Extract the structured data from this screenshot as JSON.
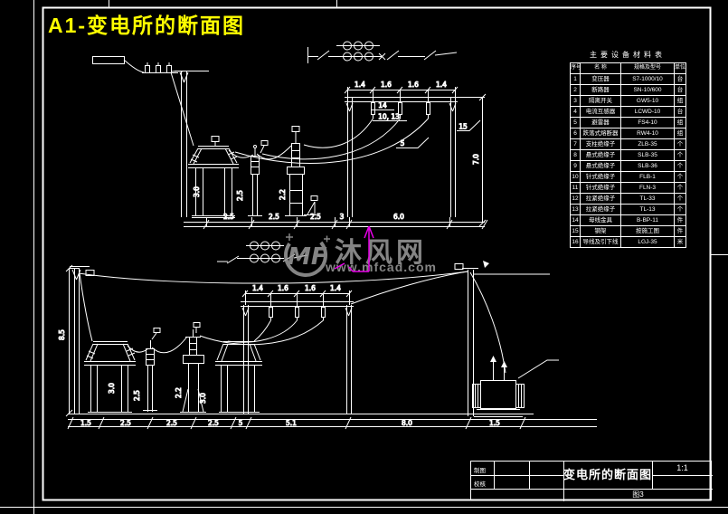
{
  "page_title": "A1-变电所的断面图",
  "colors": {
    "background": "#000000",
    "line": "#ffffff",
    "title": "#ffff00",
    "watermark": "#9c9c9c",
    "ucs_arrow": "#e800e8"
  },
  "equipment_table": {
    "title": "主要设备材料表",
    "headers": {
      "no": "序号",
      "name": "名 称",
      "spec": "规格及型号",
      "unit": "单位"
    },
    "rows": [
      {
        "no": "1",
        "name": "变压器",
        "spec": "S7-1000/10",
        "unit": "台"
      },
      {
        "no": "2",
        "name": "断路器",
        "spec": "SN-10/600",
        "unit": "台"
      },
      {
        "no": "3",
        "name": "隔离开关",
        "spec": "GW5-10",
        "unit": "组"
      },
      {
        "no": "4",
        "name": "电流互感器",
        "spec": "LCWD-10",
        "unit": "台"
      },
      {
        "no": "5",
        "name": "避雷器",
        "spec": "FS4-10",
        "unit": "组"
      },
      {
        "no": "6",
        "name": "跌落式熔断器",
        "spec": "RW4-10",
        "unit": "组"
      },
      {
        "no": "7",
        "name": "支柱绝缘子",
        "spec": "ZLB-35",
        "unit": "个"
      },
      {
        "no": "8",
        "name": "悬式绝缘子",
        "spec": "SLB-35",
        "unit": "个"
      },
      {
        "no": "9",
        "name": "悬式绝缘子",
        "spec": "SLB-36",
        "unit": "个"
      },
      {
        "no": "10",
        "name": "针式绝缘子",
        "spec": "FLB-1",
        "unit": "个"
      },
      {
        "no": "11",
        "name": "针式绝缘子",
        "spec": "FLN-3",
        "unit": "个"
      },
      {
        "no": "12",
        "name": "拉紧绝缘子",
        "spec": "TL-33",
        "unit": "个"
      },
      {
        "no": "13",
        "name": "拉紧绝缘子",
        "spec": "TL-13",
        "unit": "个"
      },
      {
        "no": "14",
        "name": "母线金具",
        "spec": "B-BP-11",
        "unit": "件"
      },
      {
        "no": "15",
        "name": "钢架",
        "spec": "按施工图",
        "unit": "件"
      },
      {
        "no": "16",
        "name": "导线及引下线",
        "spec": "LGJ-35",
        "unit": "米"
      }
    ]
  },
  "view1": {
    "portal_dims": [
      "1.4",
      "1.6",
      "1.6",
      "1.4"
    ],
    "height_dim": "7.0",
    "bottom_dims": [
      "2.5",
      "2.5",
      "2.5",
      "3",
      "6.0"
    ],
    "vertical_dims": [
      "3.0",
      "2.5",
      "2.2"
    ],
    "callouts": [
      "14",
      "10, 13",
      "5",
      "15"
    ]
  },
  "view2": {
    "portal_dims": [
      "1.4",
      "1.6",
      "1.6",
      "1.4"
    ],
    "left_height_dim": "8.5",
    "bottom_dims": [
      "1.5",
      "2.5",
      "2.5",
      "2.5",
      "5",
      "5.1",
      "8.0",
      "1.5"
    ],
    "vertical_dims": [
      "3.0",
      "2.5",
      "2.2",
      "3.0"
    ]
  },
  "watermark": {
    "logo": "MF",
    "name": "沐风网",
    "url": "www.mfcad.com"
  },
  "title_block": {
    "drawn_label": "制图",
    "checked_label": "校核",
    "drawing_title": "变电所的断面图",
    "scale": "1:1",
    "figure_no": "图3"
  }
}
